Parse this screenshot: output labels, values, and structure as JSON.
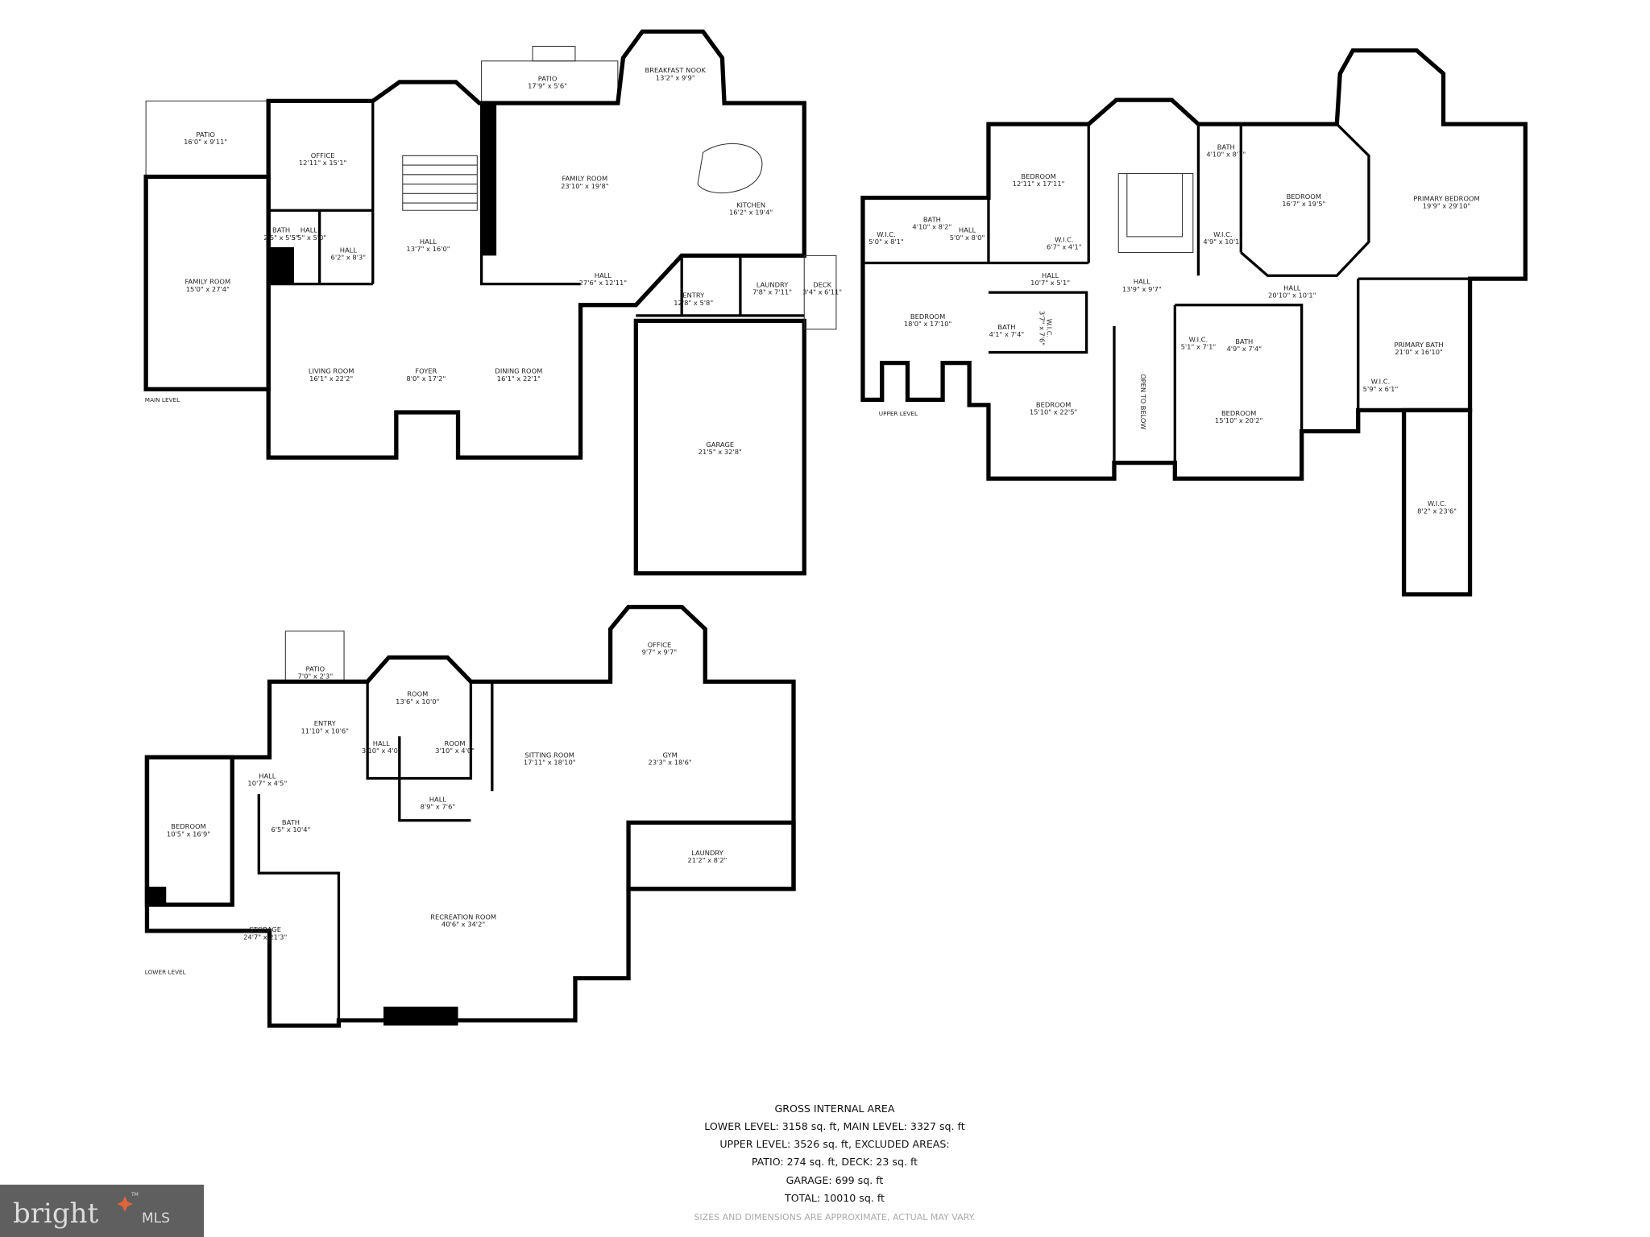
{
  "main": {
    "level_label": "MAIN LEVEL",
    "rooms": [
      {
        "name": "PATIO",
        "dims": "16'0\" x 9'11\""
      },
      {
        "name": "OFFICE",
        "dims": "12'11\" x 15'1\""
      },
      {
        "name": "BATH",
        "dims": "2'5\" x 5'5\""
      },
      {
        "name": "HALL",
        "dims": "5'5\" x 5'0\""
      },
      {
        "name": "HALL",
        "dims": "6'2\" x 8'3\""
      },
      {
        "name": "HALL",
        "dims": "13'7\" x 16'0\""
      },
      {
        "name": "FAMILY ROOM",
        "dims": "15'0\" x 27'4\""
      },
      {
        "name": "PATIO",
        "dims": "17'9\" x 5'6\""
      },
      {
        "name": "BREAKFAST NOOK",
        "dims": "13'2\" x 9'9\""
      },
      {
        "name": "FAMILY ROOM",
        "dims": "23'10\" x 19'8\""
      },
      {
        "name": "KITCHEN",
        "dims": "16'2\" x 19'4\""
      },
      {
        "name": "HALL",
        "dims": "27'6\" x 12'11\""
      },
      {
        "name": "ENTRY",
        "dims": "12'8\" x 5'8\""
      },
      {
        "name": "LAUNDRY",
        "dims": "7'8\" x 7'11\""
      },
      {
        "name": "DECK",
        "dims": "3'4\" x 6'11\""
      },
      {
        "name": "LIVING ROOM",
        "dims": "16'1\" x 22'2\""
      },
      {
        "name": "FOYER",
        "dims": "8'0\" x 17'2\""
      },
      {
        "name": "DINING ROOM",
        "dims": "16'1\" x 22'1\""
      },
      {
        "name": "GARAGE",
        "dims": "21'5\" x 32'8\""
      }
    ]
  },
  "upper": {
    "level_label": "UPPER LEVEL",
    "rooms": [
      {
        "name": "BEDROOM",
        "dims": "12'11\" x 17'11\""
      },
      {
        "name": "BATH",
        "dims": "4'10\" x 8'2\""
      },
      {
        "name": "HALL",
        "dims": "5'0\" x 8'0\""
      },
      {
        "name": "W.I.C.",
        "dims": "5'0\" x 8'1\""
      },
      {
        "name": "W.I.C.",
        "dims": "6'7\" x 4'1\""
      },
      {
        "name": "BATH",
        "dims": "4'10\" x 8'7\""
      },
      {
        "name": "BEDROOM",
        "dims": "16'7\" x 19'5\""
      },
      {
        "name": "PRIMARY BEDROOM",
        "dims": "19'9\" x 29'10\""
      },
      {
        "name": "W.I.C.",
        "dims": "4'9\" x 10'1\""
      },
      {
        "name": "HALL",
        "dims": "10'7\" x 5'1\""
      },
      {
        "name": "HALL",
        "dims": "13'9\" x 9'7\""
      },
      {
        "name": "HALL",
        "dims": "20'10\" x 10'1\""
      },
      {
        "name": "BEDROOM",
        "dims": "18'0\" x 17'10\""
      },
      {
        "name": "BATH",
        "dims": "4'1\" x 7'4\""
      },
      {
        "name": "W.I.C.",
        "dims": "3'7\" x 7'6\""
      },
      {
        "name": "W.I.C.",
        "dims": "5'1\" x 7'1\""
      },
      {
        "name": "BATH",
        "dims": "4'9\" x 7'4\""
      },
      {
        "name": "PRIMARY BATH",
        "dims": "21'0\" x 16'10\""
      },
      {
        "name": "W.I.C.",
        "dims": "5'9\" x 6'1\""
      },
      {
        "name": "BEDROOM",
        "dims": "15'10\" x 22'5\""
      },
      {
        "name": "BEDROOM",
        "dims": "15'10\" x 20'2\""
      },
      {
        "name": "W.I.C.",
        "dims": "8'2\" x 23'6\""
      }
    ],
    "open_to_below": "OPEN TO BELOW"
  },
  "lower": {
    "level_label": "LOWER LEVEL",
    "rooms": [
      {
        "name": "PATIO",
        "dims": "7'0\" x 2'3\""
      },
      {
        "name": "ROOM",
        "dims": "13'6\" x 10'0\""
      },
      {
        "name": "OFFICE",
        "dims": "9'7\" x 9'7\""
      },
      {
        "name": "ENTRY",
        "dims": "11'10\" x 10'6\""
      },
      {
        "name": "HALL",
        "dims": "3'10\" x 4'0\""
      },
      {
        "name": "ROOM",
        "dims": "3'10\" x 4'0\""
      },
      {
        "name": "SITTING ROOM",
        "dims": "17'11\" x 18'10\""
      },
      {
        "name": "GYM",
        "dims": "23'3\" x 18'6\""
      },
      {
        "name": "HALL",
        "dims": "10'7\" x 4'5\""
      },
      {
        "name": "HALL",
        "dims": "8'9\" x 7'6\""
      },
      {
        "name": "BATH",
        "dims": "6'5\" x 10'4\""
      },
      {
        "name": "BEDROOM",
        "dims": "10'5\" x 16'9\""
      },
      {
        "name": "LAUNDRY",
        "dims": "21'2\" x 8'2\""
      },
      {
        "name": "RECREATION ROOM",
        "dims": "40'6\" x 34'2\""
      },
      {
        "name": "STORAGE",
        "dims": "24'7\" x 21'3\""
      }
    ]
  },
  "summary": {
    "title": "GROSS INTERNAL AREA",
    "line1": "LOWER LEVEL: 3158 sq. ft, MAIN LEVEL: 3327 sq. ft",
    "line2": "UPPER LEVEL: 3526 sq. ft, EXCLUDED AREAS:",
    "line3": "PATIO: 274 sq. ft, DECK: 23 sq. ft",
    "line4": "GARAGE: 699 sq. ft",
    "line5": "TOTAL: 10010 sq. ft",
    "disclaimer": "SIZES AND DIMENSIONS ARE APPROXIMATE, ACTUAL MAY VARY."
  },
  "logo": {
    "text": "bright",
    "suffix": "MLS",
    "tm": "TM",
    "bg_color": "#5f5f5f",
    "accent_color": "#e0643a"
  }
}
